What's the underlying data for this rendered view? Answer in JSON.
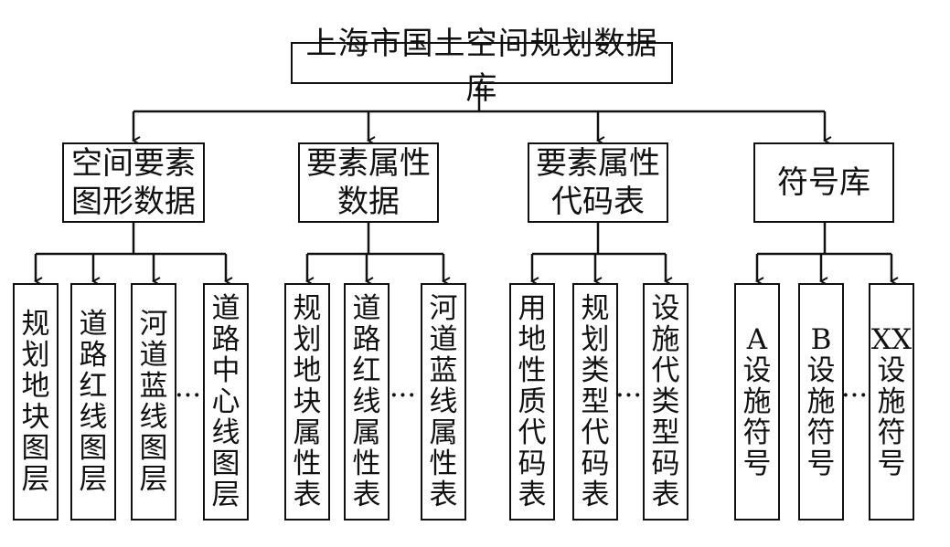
{
  "root": {
    "label": "上海市国土空间规划数据库"
  },
  "categories": [
    {
      "label": "空间要素\n图形数据",
      "children": [
        "规划地块图层",
        "道路红线图层",
        "河道蓝线图层",
        "道路中心线图层"
      ],
      "ellipsis": "···"
    },
    {
      "label": "要素属性\n数据",
      "children": [
        "规划地块属性表",
        "道路红线属性表",
        "河道蓝线属性表"
      ],
      "ellipsis": "···"
    },
    {
      "label": "要素属性\n代码表",
      "children": [
        "用地性质代码表",
        "规划类型代码表",
        "设施代类型码表"
      ],
      "ellipsis": "···"
    },
    {
      "label": "符号库",
      "children": [
        "A设施符号",
        "B设施符号",
        "XX设施符号"
      ],
      "ellipsis": "···"
    }
  ],
  "colors": {
    "line": "#111111",
    "background": "#ffffff"
  }
}
